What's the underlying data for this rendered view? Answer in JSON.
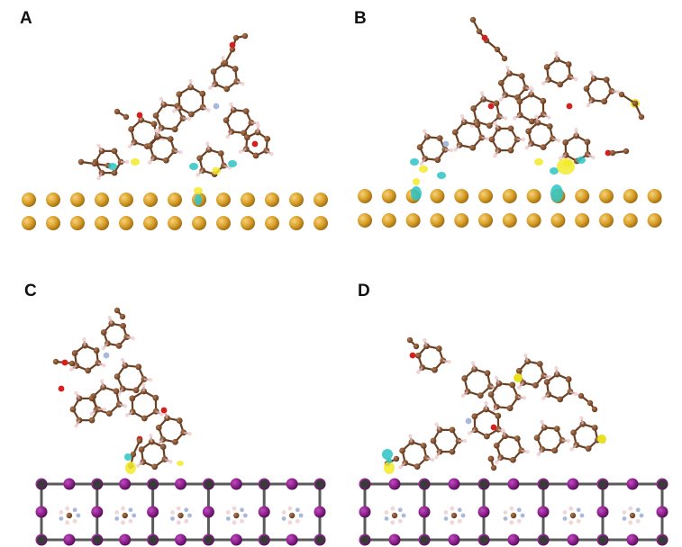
{
  "panels": [
    {
      "label": "A",
      "surface": "gold",
      "description_key": "a"
    },
    {
      "label": "B",
      "surface": "gold",
      "description_key": "b"
    },
    {
      "label": "C",
      "surface": "perovskite",
      "description_key": "c"
    },
    {
      "label": "D",
      "surface": "perovskite",
      "description_key": "d"
    }
  ],
  "colors": {
    "gold_atom": "#d9a02a",
    "gold_atom_dark": "#a8720f",
    "carbon": "#7a4a2a",
    "hydrogen": "#f2d6d6",
    "oxygen": "#d42020",
    "nitrogen": "#a9b8dd",
    "sulfur": "#e8e020",
    "charge_accumulation": "#f2ea2a",
    "charge_depletion": "#2cc4c4",
    "iodine": "#8a1f8a",
    "lead": "#3a3a3a"
  }
}
